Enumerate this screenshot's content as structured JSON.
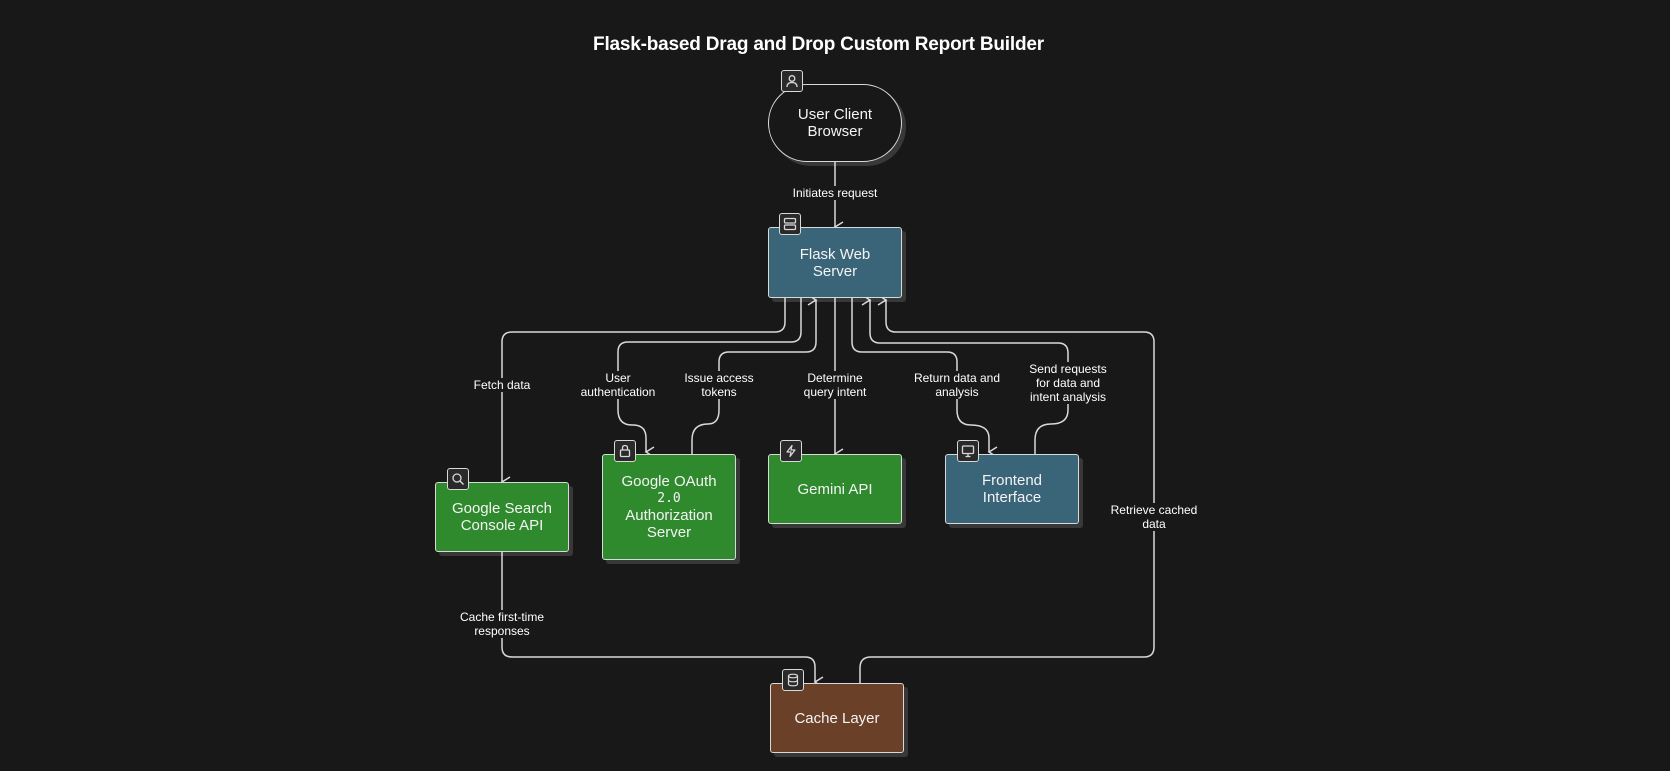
{
  "title": "Flask-based Drag and Drop Custom Report Builder",
  "colors": {
    "background": "#181818",
    "server_node": "#3a6478",
    "api_node": "#2e8a2c",
    "cache_node": "#6b4029",
    "stroke": "#d9d9d9"
  },
  "nodes": {
    "user_client": {
      "label": "User Client\nBrowser",
      "icon": "user-icon"
    },
    "flask_server": {
      "label": "Flask Web\nServer",
      "icon": "server-icon"
    },
    "gsc_api": {
      "label": "Google Search\nConsole API",
      "icon": "search-icon"
    },
    "oauth_server": {
      "label_line1": "Google OAuth",
      "label_line2": "2.0",
      "label_line3": "Authorization\nServer",
      "icon": "lock-icon"
    },
    "gemini_api": {
      "label": "Gemini API",
      "icon": "bolt-icon"
    },
    "frontend": {
      "label": "Frontend\nInterface",
      "icon": "monitor-icon"
    },
    "cache": {
      "label": "Cache Layer",
      "icon": "database-icon"
    }
  },
  "edges": {
    "initiates_request": "Initiates request",
    "fetch_data": "Fetch data",
    "user_authentication": "User\nauthentication",
    "issue_access_tokens": "Issue access\ntokens",
    "determine_query_intent": "Determine\nquery intent",
    "return_data_analysis": "Return data and\nanalysis",
    "send_requests": "Send requests\nfor data and\nintent analysis",
    "retrieve_cached": "Retrieve cached\ndata",
    "cache_first_time": "Cache first-time\nresponses"
  }
}
